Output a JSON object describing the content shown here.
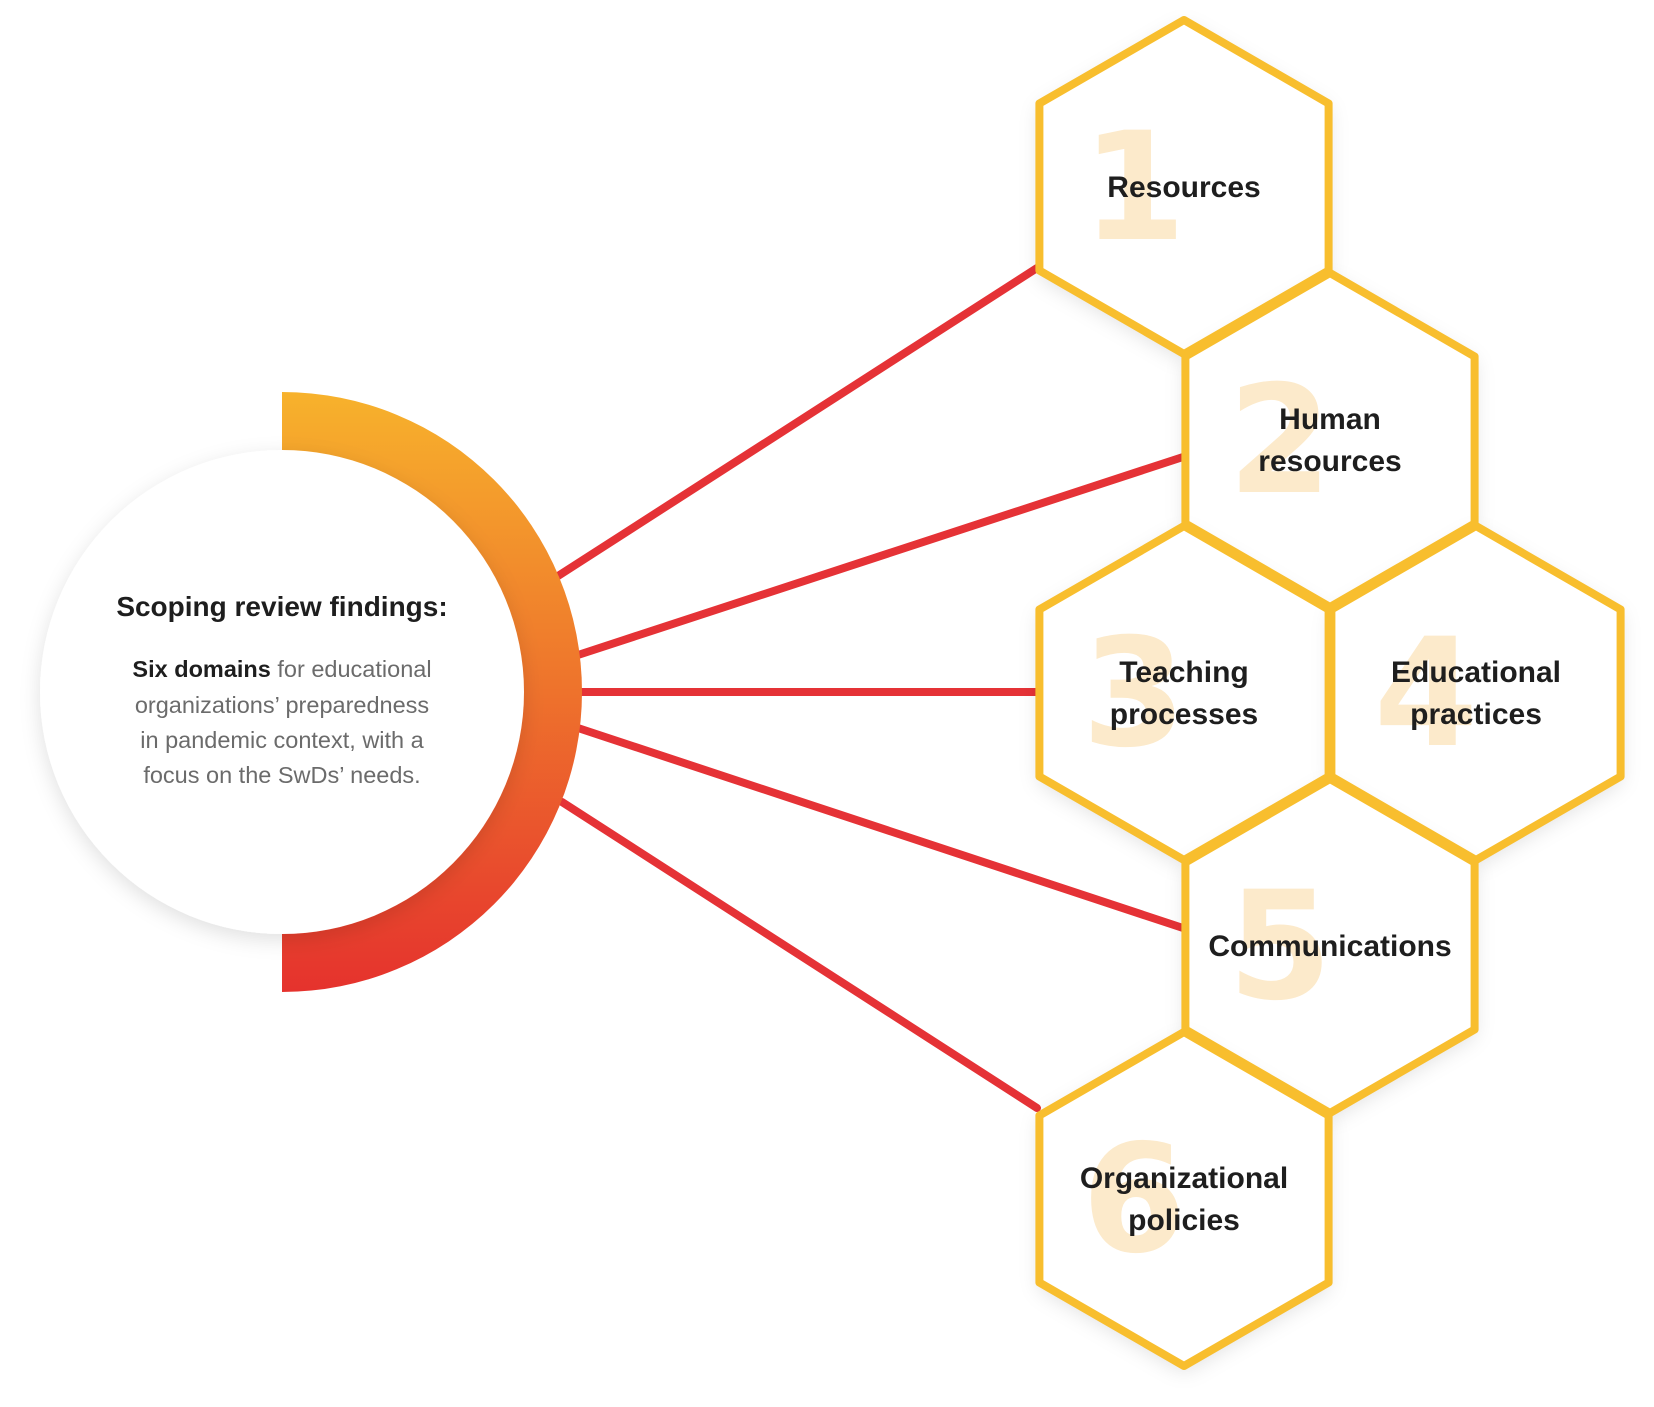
{
  "center": {
    "title": "Scoping review findings:",
    "description_bold": "Six domains",
    "description_lines": [
      " for educational",
      "organizations’ preparedness",
      "in pandemic context, with a",
      "focus on the SwDs’ needs."
    ]
  },
  "domains": [
    {
      "number": "1",
      "label_lines": [
        "Resources"
      ]
    },
    {
      "number": "2",
      "label_lines": [
        "Human",
        "resources"
      ]
    },
    {
      "number": "3",
      "label_lines": [
        "Teaching",
        "processes"
      ]
    },
    {
      "number": "4",
      "label_lines": [
        "Educational",
        "practices"
      ]
    },
    {
      "number": "5",
      "label_lines": [
        "Communications"
      ]
    },
    {
      "number": "6",
      "label_lines": [
        "Organizational",
        "policies"
      ]
    }
  ],
  "colors": {
    "hex_stroke": "#F8BE2E",
    "hex_number": "#FCEACB",
    "connector": "#E53236",
    "arc_top": "#F7B22C",
    "arc_bottom": "#E5322D",
    "label_text": "#1E1E1E",
    "body_text": "#6B6B6B"
  }
}
